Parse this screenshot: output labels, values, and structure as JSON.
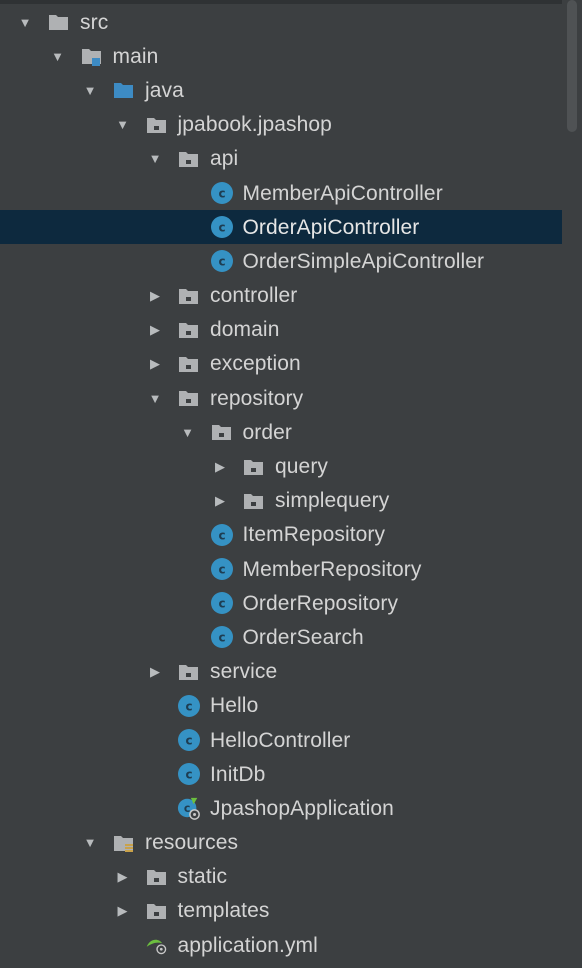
{
  "tree": {
    "rows": [
      {
        "label": "src",
        "depth": 0,
        "arrow": "down",
        "icon": "folder-icon"
      },
      {
        "label": "main",
        "depth": 1,
        "arrow": "down",
        "icon": "source-root-folder-icon"
      },
      {
        "label": "java",
        "depth": 2,
        "arrow": "down",
        "icon": "source-folder-icon"
      },
      {
        "label": "jpabook.jpashop",
        "depth": 3,
        "arrow": "down",
        "icon": "package-icon"
      },
      {
        "label": "api",
        "depth": 4,
        "arrow": "down",
        "icon": "package-icon"
      },
      {
        "label": "MemberApiController",
        "depth": 5,
        "arrow": "none",
        "icon": "class-icon"
      },
      {
        "label": "OrderApiController",
        "depth": 5,
        "arrow": "none",
        "icon": "class-icon",
        "selected": true
      },
      {
        "label": "OrderSimpleApiController",
        "depth": 5,
        "arrow": "none",
        "icon": "class-icon"
      },
      {
        "label": "controller",
        "depth": 4,
        "arrow": "right",
        "icon": "package-icon"
      },
      {
        "label": "domain",
        "depth": 4,
        "arrow": "right",
        "icon": "package-icon"
      },
      {
        "label": "exception",
        "depth": 4,
        "arrow": "right",
        "icon": "package-icon"
      },
      {
        "label": "repository",
        "depth": 4,
        "arrow": "down",
        "icon": "package-icon"
      },
      {
        "label": "order",
        "depth": 5,
        "arrow": "down",
        "icon": "package-icon"
      },
      {
        "label": "query",
        "depth": 6,
        "arrow": "right",
        "icon": "package-icon"
      },
      {
        "label": "simplequery",
        "depth": 6,
        "arrow": "right",
        "icon": "package-icon"
      },
      {
        "label": "ItemRepository",
        "depth": 5,
        "arrow": "none",
        "icon": "class-icon"
      },
      {
        "label": "MemberRepository",
        "depth": 5,
        "arrow": "none",
        "icon": "class-icon"
      },
      {
        "label": "OrderRepository",
        "depth": 5,
        "arrow": "none",
        "icon": "class-icon"
      },
      {
        "label": "OrderSearch",
        "depth": 5,
        "arrow": "none",
        "icon": "class-icon"
      },
      {
        "label": "service",
        "depth": 4,
        "arrow": "right",
        "icon": "package-icon"
      },
      {
        "label": "Hello",
        "depth": 4,
        "arrow": "none",
        "icon": "class-icon"
      },
      {
        "label": "HelloController",
        "depth": 4,
        "arrow": "none",
        "icon": "class-icon"
      },
      {
        "label": "InitDb",
        "depth": 4,
        "arrow": "none",
        "icon": "class-icon"
      },
      {
        "label": "JpashopApplication",
        "depth": 4,
        "arrow": "none",
        "icon": "spring-boot-app-icon"
      },
      {
        "label": "resources",
        "depth": 2,
        "arrow": "down",
        "icon": "resources-folder-icon"
      },
      {
        "label": "static",
        "depth": 3,
        "arrow": "right",
        "icon": "package-icon"
      },
      {
        "label": "templates",
        "depth": 3,
        "arrow": "right",
        "icon": "package-icon"
      },
      {
        "label": "application.yml",
        "depth": 3,
        "arrow": "none",
        "icon": "yaml-config-icon"
      }
    ]
  },
  "colors": {
    "background": "#3c3f41",
    "selection": "#0d293e",
    "class_icon": "#3592c4",
    "folder": "#afb1b3",
    "source_folder": "#3d8bc4",
    "text": "#d4d4d4",
    "arrow": "#b8bbbd"
  }
}
